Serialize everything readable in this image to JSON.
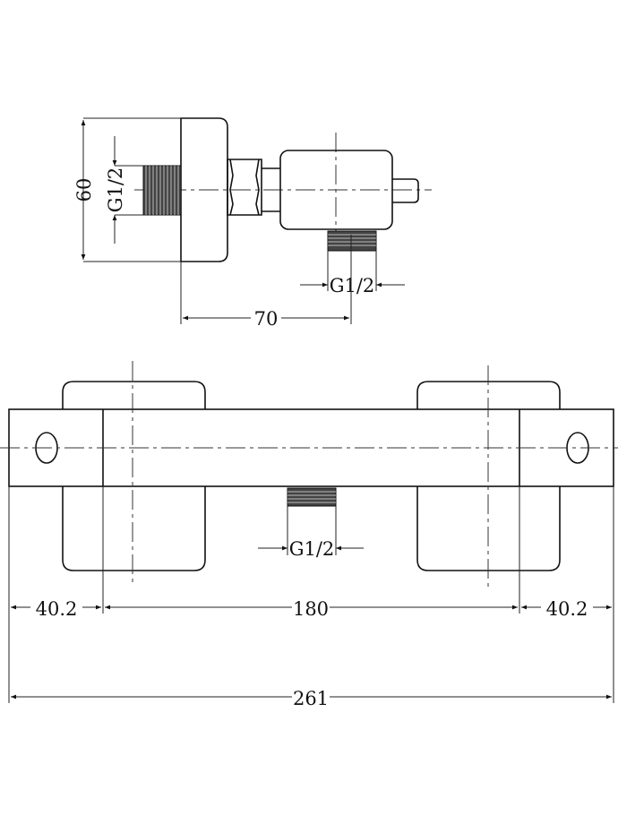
{
  "side_view": {
    "height_dim": "60",
    "inlet_thread": "G1/2",
    "outlet_thread": "G1/2",
    "depth_dim": "70"
  },
  "front_view": {
    "outlet_thread": "G1/2",
    "left_end_dim": "40.2",
    "center_dim": "180",
    "right_end_dim": "40.2",
    "overall_dim": "261"
  },
  "colors": {
    "line": "#111111",
    "background": "#ffffff"
  }
}
